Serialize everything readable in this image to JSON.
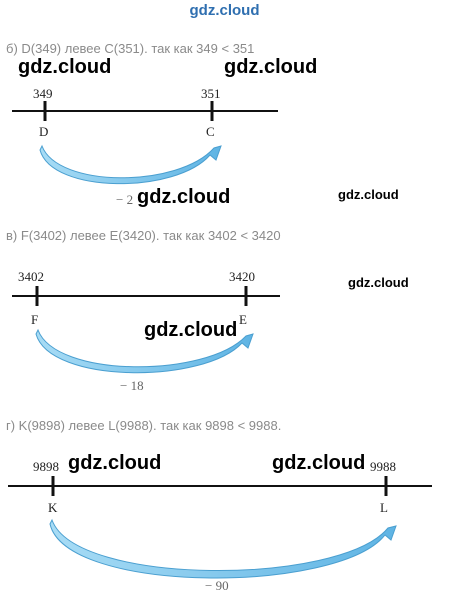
{
  "header": {
    "watermark": "gdz.cloud"
  },
  "parts": [
    {
      "caption": "б) D(349) левее C(351). так как 349 < 351",
      "left": {
        "value": "349",
        "point": "D"
      },
      "right": {
        "value": "351",
        "point": "C"
      },
      "difference": "− 2"
    },
    {
      "caption": "в) F(3402) левее E(3420). так как 3402 < 3420",
      "left": {
        "value": "3402",
        "point": "F"
      },
      "right": {
        "value": "3420",
        "point": "E"
      },
      "difference": "− 18"
    },
    {
      "caption": "г) K(9898) левее L(9988). так как 9898 < 9988.",
      "left": {
        "value": "9898",
        "point": "K"
      },
      "right": {
        "value": "9988",
        "point": "L"
      },
      "difference": "− 90"
    }
  ],
  "watermarks": [
    "gdz.cloud",
    "gdz.cloud",
    "gdz.cloud",
    "gdz.cloud",
    "gdz.cloud",
    "gdz.cloud",
    "gdz.cloud",
    "gdz.cloud"
  ],
  "colors": {
    "arrow": "#7cc3ea",
    "arrow_edge": "#4a9fd0",
    "line": "#111111",
    "header": "#2f6fb0"
  }
}
